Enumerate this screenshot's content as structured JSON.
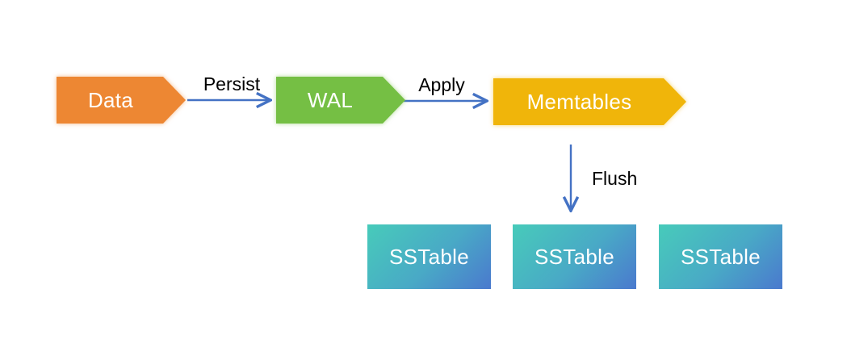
{
  "diagram": {
    "nodes": {
      "data": {
        "label": "Data",
        "color": "#ED8733"
      },
      "wal": {
        "label": "WAL",
        "color": "#75BF44"
      },
      "memtables": {
        "label": "Memtables",
        "color": "#F0B50A"
      },
      "sstables": [
        {
          "label": "SSTable"
        },
        {
          "label": "SSTable"
        },
        {
          "label": "SSTable"
        }
      ],
      "sstable_gradient": {
        "from": "#47CBBA",
        "to": "#4A79CE"
      }
    },
    "edges": {
      "persist": {
        "label": "Persist"
      },
      "apply": {
        "label": "Apply"
      },
      "flush": {
        "label": "Flush"
      }
    },
    "colors": {
      "arrow": "#4472C4",
      "edge_label_text": "#000000",
      "node_label_text": "#FFFFFF",
      "background": "#FFFFFF"
    }
  }
}
